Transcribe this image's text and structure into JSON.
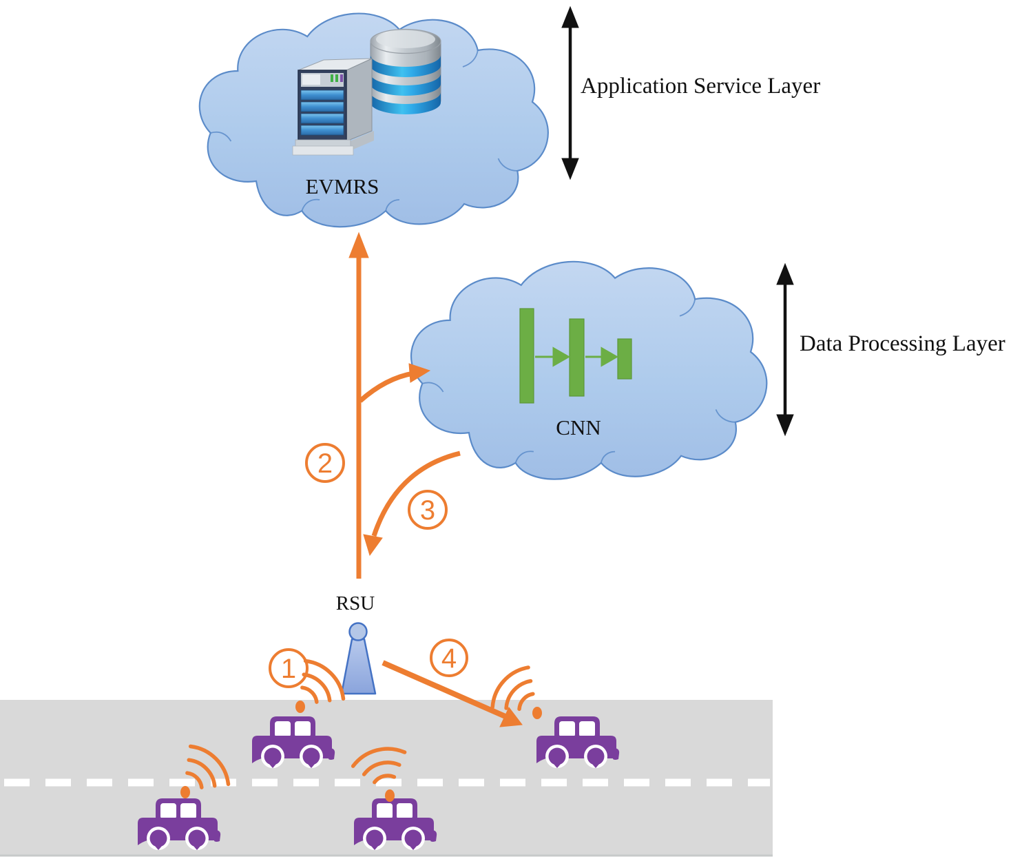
{
  "clouds": [
    {
      "label": "EVMRS",
      "icons": [
        "server-icon",
        "database-icon"
      ]
    },
    {
      "label": "CNN",
      "icons": [
        "cnn-layers-icon"
      ]
    }
  ],
  "layers": [
    {
      "label": "Application Service Layer"
    },
    {
      "label": "Data Processing Layer"
    }
  ],
  "rsu": {
    "label": "RSU",
    "icon": "rsu-antenna-icon"
  },
  "steps": [
    {
      "number": "1"
    },
    {
      "number": "2"
    },
    {
      "number": "3"
    },
    {
      "number": "4"
    }
  ],
  "road": {
    "vehicle_icon": "car-icon",
    "signal_icon": "wifi-signal-icon",
    "vehicle_count": 4
  },
  "colors": {
    "accent_orange": "#ED7D31",
    "car_purple": "#7A3E9D",
    "cloud_fill_top": "#BED4F0",
    "cloud_fill_bottom": "#A3C0E7",
    "cloud_border": "#5B8BC9",
    "cnn_green": "#6CAE45",
    "road_gray": "#D9D9D9",
    "lane_line_white": "#FFFFFF",
    "layer_arrow_black": "#111111"
  }
}
